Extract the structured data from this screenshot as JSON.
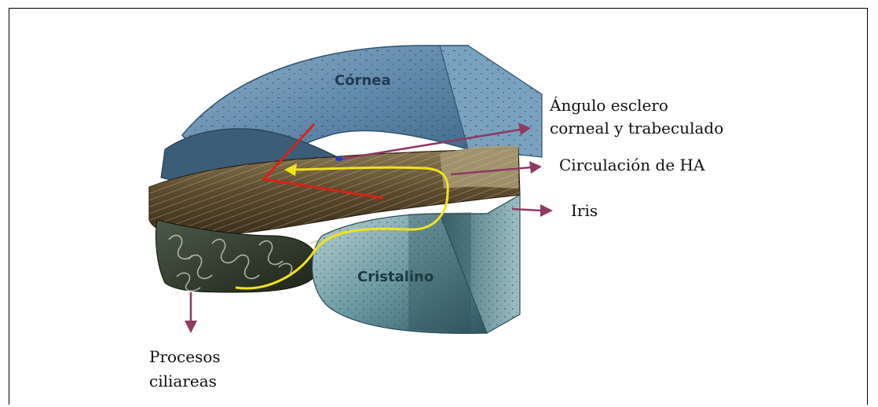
{
  "diagram": {
    "internal_labels": {
      "cornea": "Córnea",
      "lens": "Cristalino"
    },
    "callouts": {
      "angle_line1": "Ángulo esclero",
      "angle_line2": "corneal y trabeculado",
      "circulation": "Circulación de HA",
      "iris": "Iris",
      "ciliary_line1": "Procesos",
      "ciliary_line2": "ciliareas"
    },
    "colors": {
      "arrow": "#8e3a63",
      "aqueous_flow_path": "#f2e21c",
      "red_marker": "#d8221b",
      "cornea": "#5f86a8",
      "lens": "#4e7f8a",
      "iris_tissue": "#6b5a3a",
      "border": "#000000"
    }
  }
}
